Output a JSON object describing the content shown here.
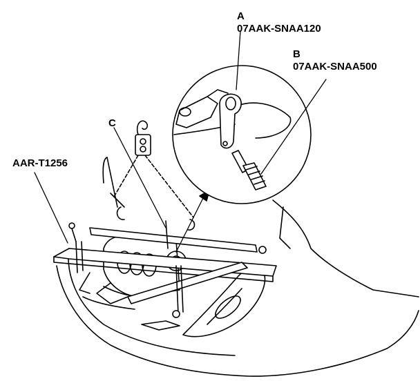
{
  "labels": {
    "a_letter": "A",
    "a_part": "07AAK-SNAA120",
    "b_letter": "B",
    "b_part": "07AAK-SNAA500",
    "c_letter": "C",
    "support": "AAR-T1256"
  },
  "colors": {
    "ink": "#000000",
    "paper": "#ffffff"
  }
}
